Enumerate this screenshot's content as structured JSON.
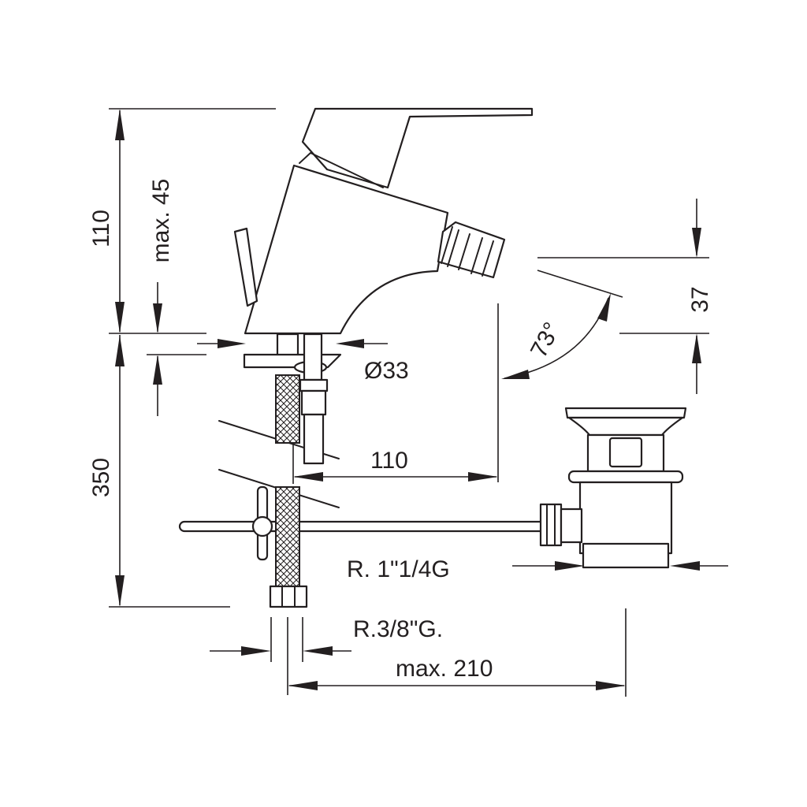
{
  "diagram": {
    "line_color": "#231f20",
    "background": "#ffffff",
    "dimensions": {
      "total_height_top": "110",
      "max_45": "max. 45",
      "diameter": "Ø33",
      "spout_reach": "110",
      "spout_height": "37",
      "angle": "73°",
      "below_deck": "350",
      "waste_thread": "R. 1\"1/4G",
      "supply_thread": "R.3/8\"G.",
      "max_210": "max. 210"
    }
  }
}
